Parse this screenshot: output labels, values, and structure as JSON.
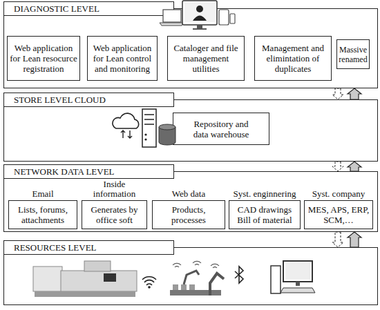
{
  "diagram": {
    "nodes": [
      {
        "text": [
          "DIAGNOSTIC LEVEL"
        ]
      },
      {
        "text": [
          "Web application for Lean resocurce registration"
        ],
        "in": 0
      },
      {
        "text": [
          "Web application for Lean control and monitoring"
        ],
        "in": 0
      },
      {
        "text": [
          "Cataloger and file management utilities"
        ],
        "in": 0
      },
      {
        "text": [
          "Management and elimintation of duplicates"
        ],
        "in": 0
      },
      {
        "text": [
          "Massive renamed"
        ],
        "in": 0
      },
      {
        "text": [
          "STORE LEVEL CLOUD"
        ]
      },
      {
        "text": [
          "Repository and data warehouse"
        ],
        "in": 6
      },
      {
        "text": [
          "NETWORK DATA LEVEL"
        ]
      },
      {
        "text": [
          "Email",
          "Lists, forums, attachments"
        ],
        "in": 8
      },
      {
        "text": [
          "Inside information",
          "Generates by office soft"
        ],
        "in": 8
      },
      {
        "text": [
          "Web data",
          "Products, processes"
        ],
        "in": 8
      },
      {
        "text": [
          "Syst. enginnering",
          "CAD drawings Bill of material"
        ],
        "in": 8
      },
      {
        "text": [
          "Syst. company",
          "MES, APS, ERP, SCM,…"
        ],
        "in": 8
      },
      {
        "text": [
          "RESOURCES LEVEL"
        ]
      }
    ],
    "edges": [
      {
        "from": 14,
        "to": 8,
        "arrow": "to"
      },
      {
        "from": 8,
        "to": 14,
        "arrow": "to"
      },
      {
        "from": 8,
        "to": 6,
        "arrow": "to"
      },
      {
        "from": 6,
        "to": 8,
        "arrow": "to"
      },
      {
        "from": 6,
        "to": 0,
        "arrow": "to"
      },
      {
        "from": 0,
        "to": 6,
        "arrow": "to"
      }
    ]
  }
}
